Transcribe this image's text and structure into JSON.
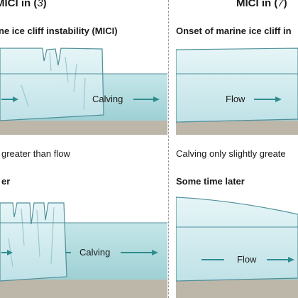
{
  "columns": {
    "left": {
      "title_prefix": "MICI in (",
      "title_ref": "3",
      "title_suffix": ")",
      "top_title": "ne ice cliff instability (MICI)",
      "top_arrow_label": "Calving",
      "caption": "greater than flow",
      "bottom_title": "er",
      "bottom_arrow_label": "Calving"
    },
    "right": {
      "title_prefix": "MICI in (",
      "title_ref": "7",
      "title_suffix": ")",
      "top_title": "Onset of marine ice cliff in",
      "top_arrow_label": "Flow",
      "caption": "Calving only slightly greate",
      "bottom_title": "Some time later",
      "bottom_arrow_label": "Flow"
    }
  },
  "colors": {
    "ice": "#cfe9ee",
    "ice_edge": "#4f8f9a",
    "water_top": "#bfe3e6",
    "water_bottom": "#9fd3d6",
    "seabed": "#b8b3a6",
    "arrow": "#2e8c8e"
  }
}
